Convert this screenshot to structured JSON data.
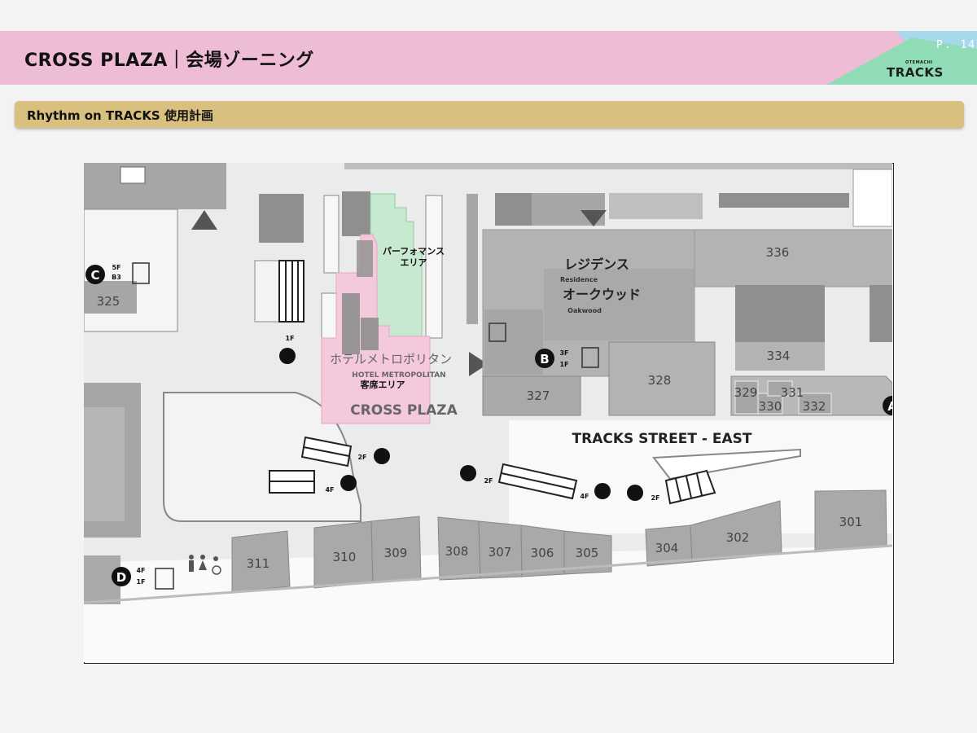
{
  "header": {
    "title": "CROSS PLAZA｜会場ゾーニング",
    "page_number": "P. 14",
    "logo_small": "OTEMACHI",
    "logo_text": "TRACKS",
    "colors": {
      "band": "#efbcd5",
      "accent_blue": "#a8d8ec",
      "accent_green": "#8fdcb6"
    }
  },
  "section": {
    "title": "Rhythm on TRACKS 使用計画",
    "color": "#d9c07e"
  },
  "map": {
    "performance_area": "パーフォマンス\nエリア",
    "performance_area_lines": [
      "パーフォマンス",
      "エリア"
    ],
    "audience_area": "客席エリア",
    "hotel_jp": "ホテルメトロポリタン",
    "hotel_en": "HOTEL METROPOLITAN",
    "plaza_name": "CROSS PLAZA",
    "residence_jp": "レジデンス",
    "residence_en": "Residence",
    "oakwood_jp": "オークウッド",
    "oakwood_en": "Oakwood",
    "street_name": "TRACKS STREET - EAST",
    "units": [
      "336",
      "334",
      "328",
      "327",
      "329",
      "331",
      "330",
      "332",
      "325",
      "311",
      "310",
      "309",
      "308",
      "307",
      "306",
      "305",
      "304",
      "302",
      "301"
    ],
    "entrances": [
      "A",
      "B",
      "C",
      "D"
    ],
    "floor_labels": [
      "1F",
      "2F",
      "3F",
      "4F",
      "5F",
      "B3"
    ],
    "zone_colors": {
      "performance": "#c6e9cf",
      "audience": "#f5c9dc",
      "building": "#a9a9a9",
      "street": "#f7f7f7"
    }
  }
}
